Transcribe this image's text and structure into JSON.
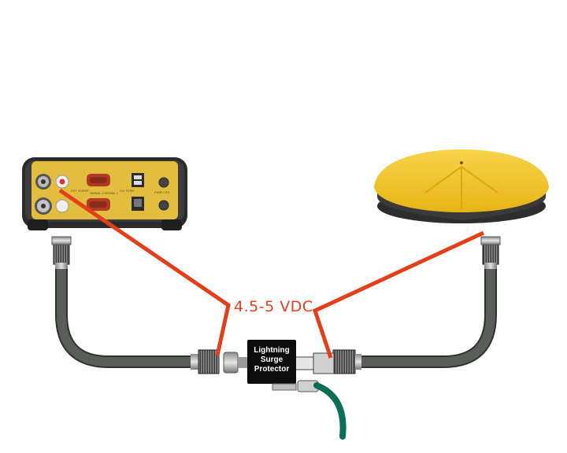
{
  "diagram": {
    "voltage_label": "4.5-5 VDC",
    "surge_protector": {
      "lines": [
        "Lightning",
        "Surge",
        "Protector"
      ]
    },
    "receiver": {
      "port_labels": [
        "EXT. EVENT",
        "SERIAL 3 SERIAL 1",
        "CH. PORT",
        "PWR/ LED"
      ]
    },
    "colors": {
      "signal_line": "#e2401a",
      "cable": "#5b5d5b",
      "antenna_dome": "#f2c21b",
      "ground_wire": "#0b6e57",
      "protector_body": "#0c0c0c",
      "receiver_panel": "#e3be3e"
    }
  }
}
